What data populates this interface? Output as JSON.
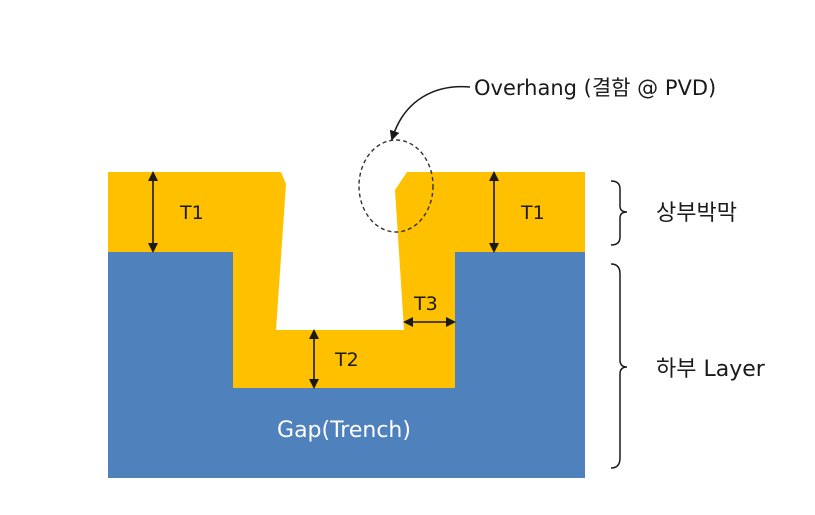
{
  "callout": {
    "label": "Overhang (결함 @ PVD)"
  },
  "dimensions": {
    "t1_left": "T1",
    "t1_right": "T1",
    "t2": "T2",
    "t3": "T3"
  },
  "regions": {
    "trench": "Gap(Trench)"
  },
  "layers": {
    "upper": "상부박막",
    "lower": "하부 Layer"
  },
  "colors": {
    "film": "#ffc000",
    "substrate": "#4f81bd",
    "trench_text": "#ffffff",
    "line": "#1a1a1a"
  }
}
